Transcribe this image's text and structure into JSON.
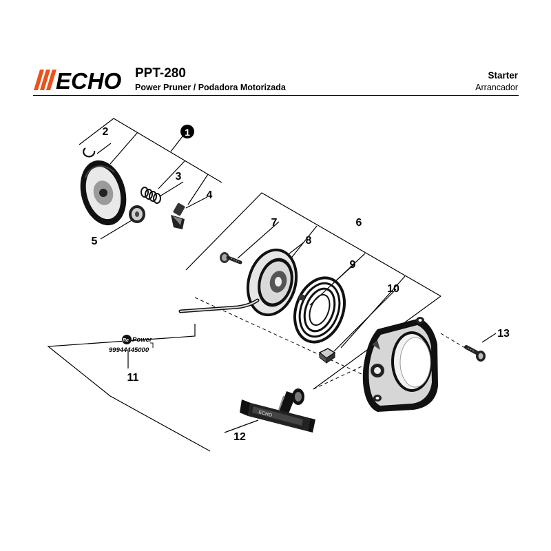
{
  "header": {
    "brand": "ECHO",
    "model": "PPT-280",
    "subtitle": "Power Pruner / Podadora Motorizada",
    "section_en": "Starter",
    "section_es": "Arrancador",
    "brand_color": "#e8521c"
  },
  "diagram": {
    "callouts": {
      "c1": "1",
      "c2": "2",
      "c3": "3",
      "c4": "4",
      "c5": "5",
      "c6": "6",
      "c7": "7",
      "c8": "8",
      "c9": "9",
      "c10": "10",
      "c11": "11",
      "c12": "12",
      "c13": "13"
    },
    "kit_logo": {
      "re": "Re",
      "power": "Power"
    },
    "kit_part_number": "99944445000",
    "handle_label": "ECHO"
  }
}
